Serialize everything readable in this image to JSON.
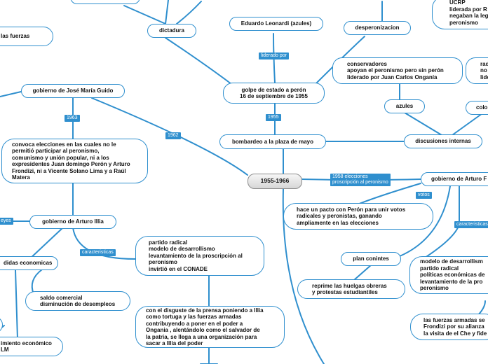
{
  "root": {
    "text": "1955-1966"
  },
  "nodes": {
    "dictadura": "dictadura",
    "leonardi": "Eduardo Leonardi (azules)",
    "desperonizacion": "desperonizacion",
    "ucrp": "UCRP\nliderada por R\nnegaban la leg\nperonismo",
    "fuerzas_top": "las fuerzas",
    "guido": "gobierno de José María Guido",
    "golpe": "golpe de estado a perón\n16 de septiembre de 1955",
    "conservadores": "conservadores\napoyan el peronismo pero sin perón\nliderado por Juan Carlos Onganía",
    "rad_partial": "rad\nno\nlide",
    "azules": "azules",
    "colo": "colo",
    "bombardeo": "bombardeo a la plaza de mayo",
    "discusiones": "discusiones internas",
    "convoca": "convoca elecciones en las cuales no le\npermitió participar al peronismo,\ncomunismo y unión popular, ni a los\nexpresidentes Juan domingo Perón y Arturo\nFrondizi, ni a Vicente Solano Lima y a Raúl\nMatera",
    "frondizi_gob": "gobierno de Arturo F",
    "pacto": "hace un pacto con Perón para unir votos\nradicales y peronistas, ganando\nampliamente en las elecciones",
    "illia_gob": "gobierno de Arturo Illia",
    "partido": "partido radical\nmodelo de desarrollismo\nlevantamiento de la proscripción al\nperonismo\ninvirtió en el CONADE",
    "medidas": "didas economicas",
    "saldo": "saldo comercial\ndisminución de desempleos",
    "plan": "plan conintes",
    "reprime": "reprime las huelgas obreras\ny protestas estudiantiles",
    "modelo_frondizi": "modelo de desarrollism\npartido radical\npolíticas económicas de\nlevantamiento de la pro\nperonismo",
    "disgusto": "con el disguste de la prensa poniendo a Illia\ncomo tortuga y las fuerzas armadas\ncontribuyendo a poner en el poder a\nOngania , alentándolo como el salvador de\nla patria, se llega a una organización para\nsacar a Illia del poder",
    "crecimiento": "imiento económico\nLM",
    "fuerzas_frondizi": "las fuerzas armadas se\nFrondizi por su alianza\nla visita de el Che y fide"
  },
  "labels": {
    "liderado_por": "liderado por",
    "y1955": "1955",
    "y1963": "1963",
    "y1962": "1962",
    "elecciones_1958": "1958 elecciones\nproscripción al peronismo",
    "votos": "votos",
    "caracteristicas_illia": "caracteristicas",
    "caracteristicas_frondizi": "caracteristicas",
    "leyes": "eyes"
  },
  "colors": {
    "link": "#2f8fce",
    "node_border": "#2f8fce",
    "root_border": "#8c8c8c",
    "label_bg": "#2f8fce"
  }
}
